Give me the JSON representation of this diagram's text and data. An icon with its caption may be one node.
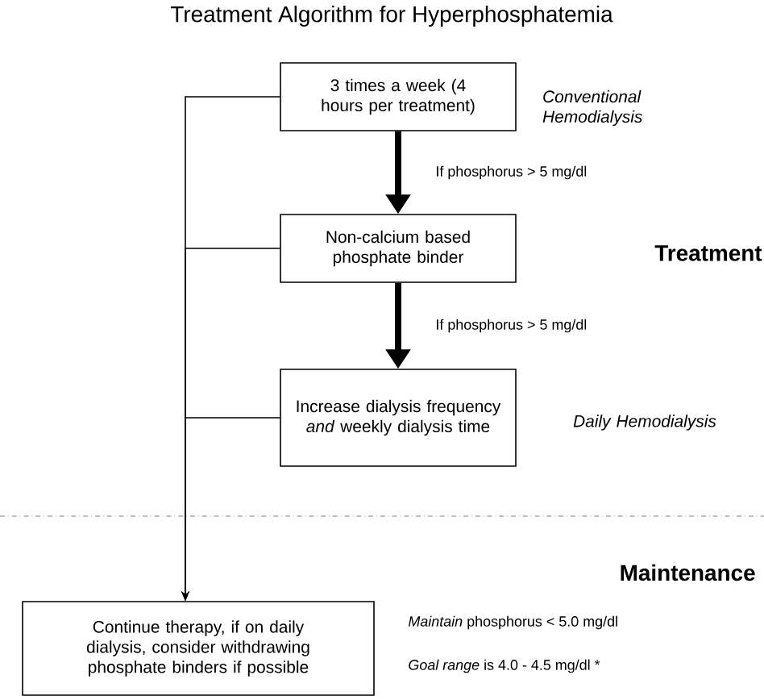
{
  "diagram": {
    "title": "Treatment Algorithm for Hyperphosphatemia",
    "nodes": [
      {
        "text": [
          "3 times a week (4 hours per treatment)"
        ],
        "beside": [
          "Conventional Hemodialysis"
        ]
      },
      {
        "text": [
          "Non-calcium based phosphate binder"
        ]
      },
      {
        "text": [
          "Increase dialysis frequency *and* weekly dialysis time"
        ],
        "beside": [
          "Daily Hemodialysis"
        ]
      },
      {
        "text": [
          "Continue therapy, if on daily dialysis, consider withdrawing phosphate binders if possible"
        ]
      }
    ],
    "edges": [
      {
        "from": 0,
        "to": 1,
        "arrow": "to",
        "label": "If phosphorus > 5 mg/dl",
        "style": "thick"
      },
      {
        "from": 1,
        "to": 2,
        "arrow": "to",
        "label": "If phosphorus > 5 mg/dl",
        "style": "thick"
      },
      {
        "from": 0,
        "to": 3,
        "arrow": "to"
      },
      {
        "from": 1,
        "to": 3,
        "arrow": "to"
      },
      {
        "from": 2,
        "to": 3,
        "arrow": "to"
      }
    ],
    "labels": [
      "Treatment",
      "Maintenance",
      "*Maintain* phosphorus < 5.0 mg/dl",
      "*Goal range* is 4.0 - 4.5 mg/dl *"
    ]
  }
}
